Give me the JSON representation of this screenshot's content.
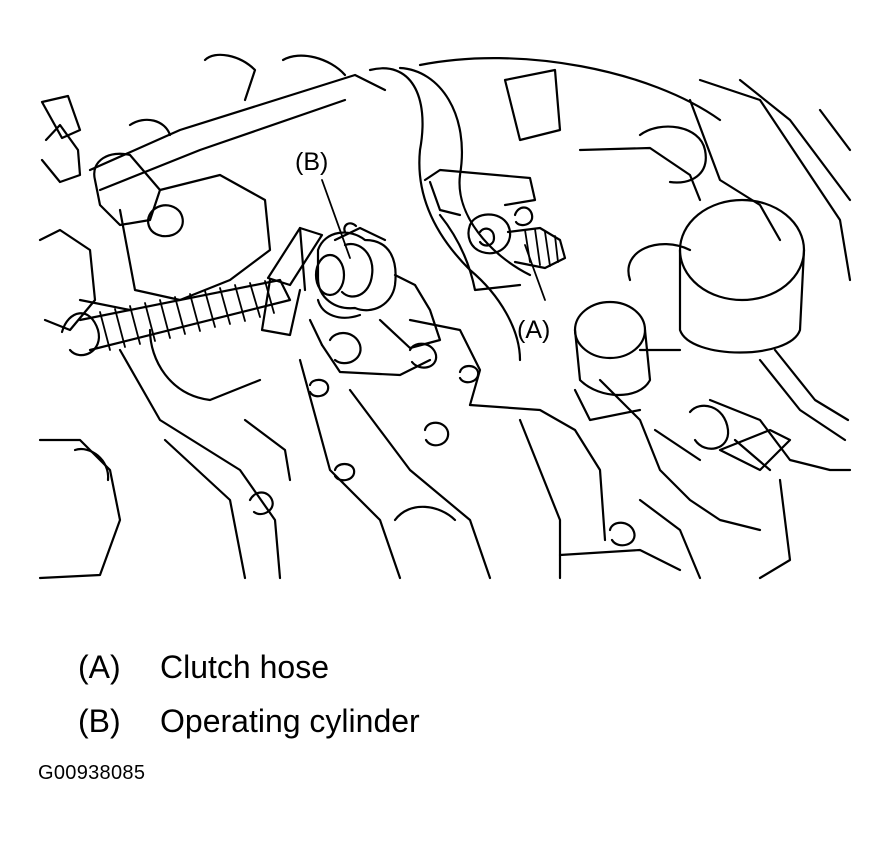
{
  "figure": {
    "callouts": {
      "a": "(A)",
      "b": "(B)"
    }
  },
  "legend": [
    {
      "key": "(A)",
      "text": "Clutch hose"
    },
    {
      "key": "(B)",
      "text": "Operating cylinder"
    }
  ],
  "figure_id": "G00938085"
}
